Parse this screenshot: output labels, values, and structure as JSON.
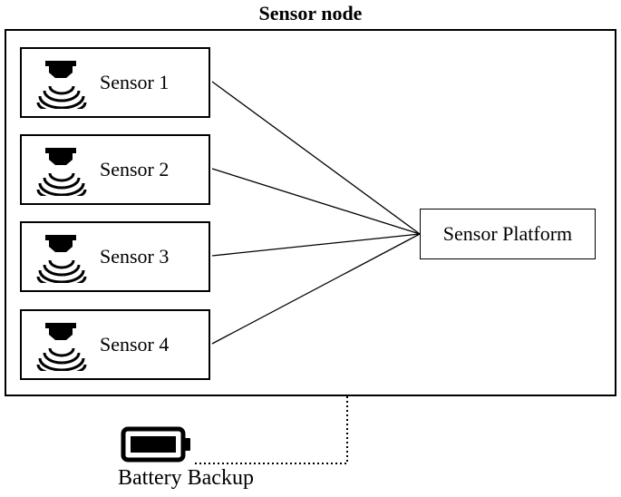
{
  "diagram": {
    "title": "Sensor node",
    "sensors": [
      {
        "label": "Sensor 1",
        "icon": "sensor-icon"
      },
      {
        "label": "Sensor 2",
        "icon": "sensor-icon"
      },
      {
        "label": "Sensor 3",
        "icon": "sensor-icon"
      },
      {
        "label": "Sensor 4",
        "icon": "sensor-icon"
      }
    ],
    "platform": {
      "label": "Sensor Platform"
    },
    "battery": {
      "label": "Battery Backup",
      "icon": "battery-icon"
    }
  }
}
